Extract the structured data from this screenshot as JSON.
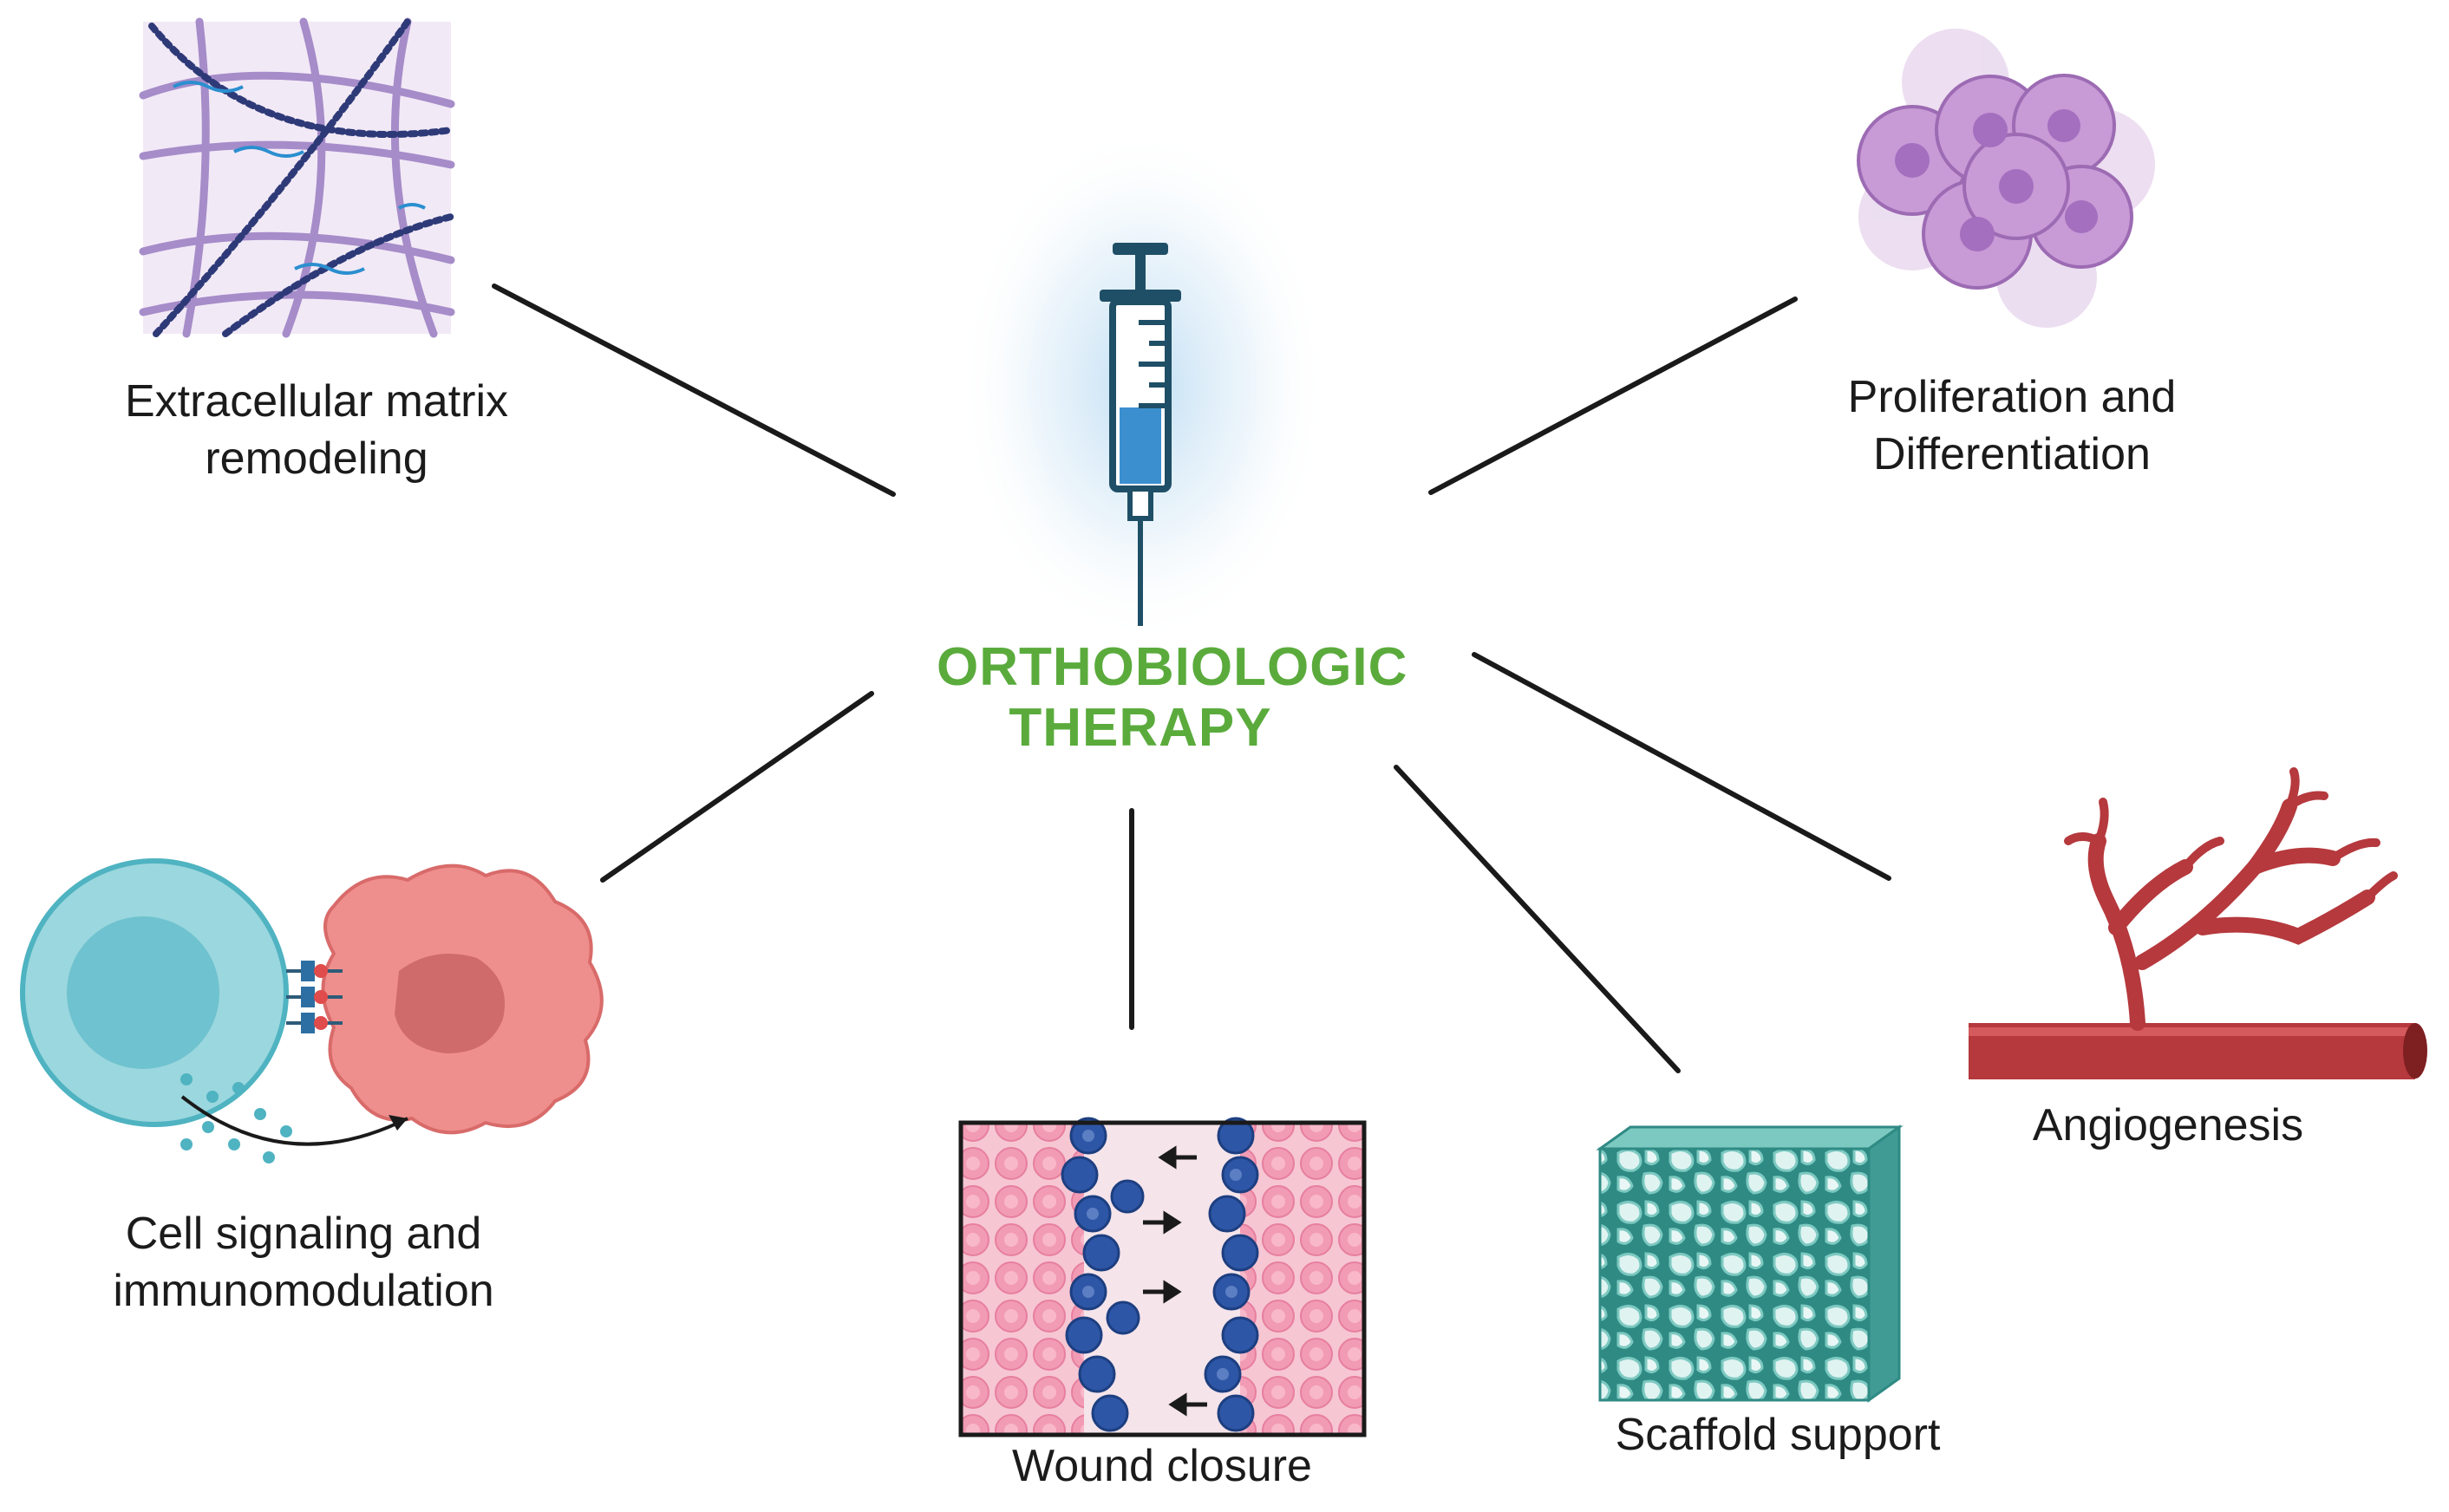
{
  "center": {
    "title_line1": "ORTHOBIOLOGIC",
    "title_line2": "THERAPY",
    "title_color": "#5aab3c"
  },
  "nodes": {
    "ecm": {
      "line1": "Extracellular matrix",
      "line2": "remodeling",
      "icon": "collagen-fiber-network-icon"
    },
    "proliferation": {
      "line1": "Proliferation and",
      "line2": "Differentiation",
      "icon": "cell-cluster-icon"
    },
    "signaling": {
      "line1": "Cell signaling and",
      "line2": "immunomodulation",
      "icon": "immune-cell-interaction-icon"
    },
    "wound": {
      "label": "Wound closure",
      "icon": "wound-closure-tissue-icon"
    },
    "scaffold": {
      "label": "Scaffold support",
      "icon": "porous-scaffold-cube-icon"
    },
    "angiogenesis": {
      "label": "Angiogenesis",
      "icon": "branching-blood-vessel-icon"
    }
  },
  "colors": {
    "connector": "#1a1a1a",
    "syringe": "#1f4f66",
    "syringe_fluid": "#3c8fcf",
    "glow": "#cfe6f7",
    "vessel": "#b5393d",
    "cell_purple": "#c89ad6",
    "macrophage": "#ef8f8d",
    "lymphocyte": "#9bd7de",
    "scaffold": "#5fb8b0"
  }
}
